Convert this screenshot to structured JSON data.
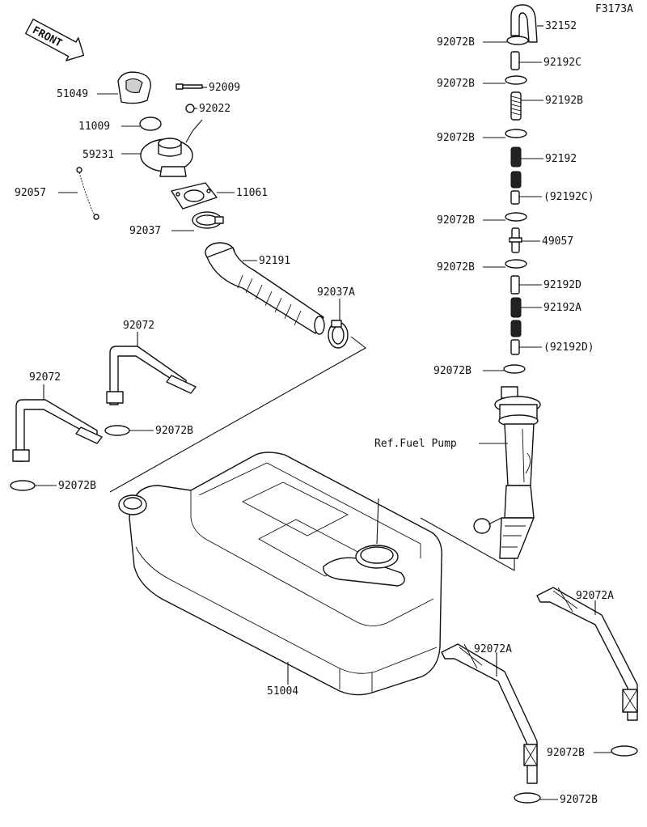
{
  "code": "F3173A",
  "front": "FRONT",
  "labels": {
    "p32152": "32152",
    "p92072b_1": "92072B",
    "p92192c": "92192C",
    "p92072b_2": "92072B",
    "p92192b": "92192B",
    "p92072b_3": "92072B",
    "p92192": "92192",
    "p92192c_ref": "(92192C)",
    "p92072b_4": "92072B",
    "p49057": "49057",
    "p92072b_5": "92072B",
    "p92192d": "92192D",
    "p92192a": "92192A",
    "p92192d_ref": "(92192D)",
    "p92072b_6": "92072B",
    "ref_fuel_pump": "Ref.Fuel Pump",
    "p51049": "51049",
    "p92009": "92009",
    "p92022": "92022",
    "p11009": "11009",
    "p59231": "59231",
    "p92057": "92057",
    "p11061": "11061",
    "p92037": "92037",
    "p92191": "92191",
    "p92037a": "92037A",
    "p92072_top": "92072",
    "p92072_left": "92072",
    "p92072b_mid": "92072B",
    "p92072b_left": "92072B",
    "p51004": "51004",
    "p92072a_right": "92072A",
    "p92072a_mid": "92072A",
    "p92072b_br1": "92072B",
    "p92072b_br2": "92072B"
  }
}
